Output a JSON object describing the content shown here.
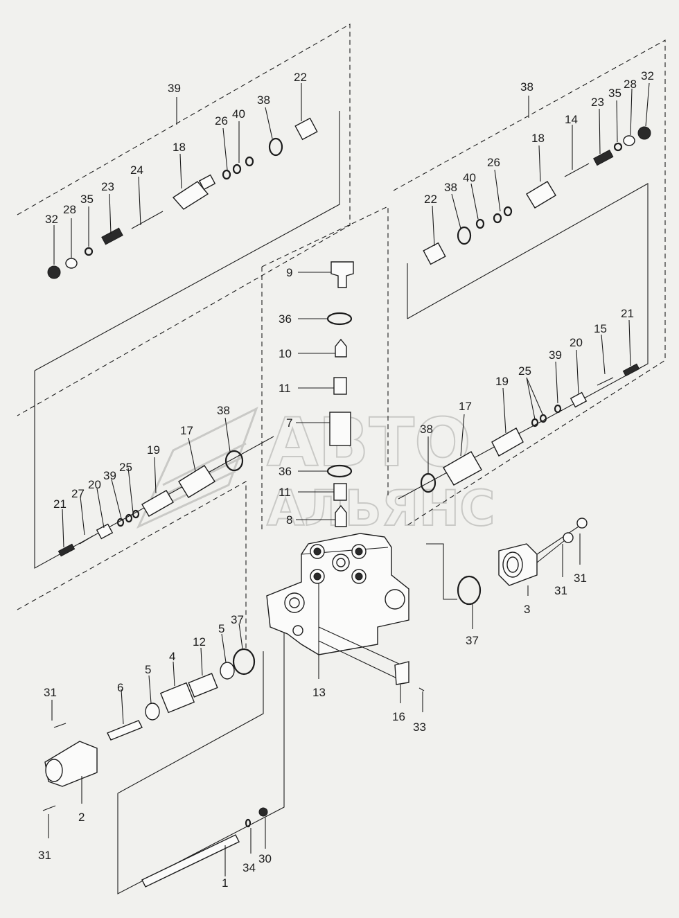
{
  "watermark": {
    "line1": "АВТО",
    "line2": "АЛЬЯНС"
  },
  "callouts": [
    {
      "id": "c39a",
      "text": "39"
    },
    {
      "id": "c22a",
      "text": "22"
    },
    {
      "id": "c38a",
      "text": "38"
    },
    {
      "id": "c26a",
      "text": "26"
    },
    {
      "id": "c40a",
      "text": "40"
    },
    {
      "id": "c18a",
      "text": "18"
    },
    {
      "id": "c24a",
      "text": "24"
    },
    {
      "id": "c23a",
      "text": "23"
    },
    {
      "id": "c35a",
      "text": "35"
    },
    {
      "id": "c28a",
      "text": "28"
    },
    {
      "id": "c32a",
      "text": "32"
    },
    {
      "id": "c38b",
      "text": "38"
    },
    {
      "id": "c32b",
      "text": "32"
    },
    {
      "id": "c28b",
      "text": "28"
    },
    {
      "id": "c35b",
      "text": "35"
    },
    {
      "id": "c23b",
      "text": "23"
    },
    {
      "id": "c14",
      "text": "14"
    },
    {
      "id": "c18b",
      "text": "18"
    },
    {
      "id": "c26b",
      "text": "26"
    },
    {
      "id": "c40b",
      "text": "40"
    },
    {
      "id": "c38c",
      "text": "38"
    },
    {
      "id": "c22b",
      "text": "22"
    },
    {
      "id": "c9",
      "text": "9"
    },
    {
      "id": "c36a",
      "text": "36"
    },
    {
      "id": "c10",
      "text": "10"
    },
    {
      "id": "c11a",
      "text": "11"
    },
    {
      "id": "c7",
      "text": "7"
    },
    {
      "id": "c36b",
      "text": "36"
    },
    {
      "id": "c11b",
      "text": "11"
    },
    {
      "id": "c8",
      "text": "8"
    },
    {
      "id": "c21a",
      "text": "21"
    },
    {
      "id": "c15",
      "text": "15"
    },
    {
      "id": "c20a",
      "text": "20"
    },
    {
      "id": "c39b",
      "text": "39"
    },
    {
      "id": "c25a",
      "text": "25"
    },
    {
      "id": "c19a",
      "text": "19"
    },
    {
      "id": "c17a",
      "text": "17"
    },
    {
      "id": "c38d",
      "text": "38"
    },
    {
      "id": "c38e",
      "text": "38"
    },
    {
      "id": "c17b",
      "text": "17"
    },
    {
      "id": "c19b",
      "text": "19"
    },
    {
      "id": "c25b",
      "text": "25"
    },
    {
      "id": "c39c",
      "text": "39"
    },
    {
      "id": "c20b",
      "text": "20"
    },
    {
      "id": "c27",
      "text": "27"
    },
    {
      "id": "c21b",
      "text": "21"
    },
    {
      "id": "c31a",
      "text": "31"
    },
    {
      "id": "c31b",
      "text": "31"
    },
    {
      "id": "c3",
      "text": "3"
    },
    {
      "id": "c37a",
      "text": "37"
    },
    {
      "id": "c37b",
      "text": "37"
    },
    {
      "id": "c5a",
      "text": "5"
    },
    {
      "id": "c12",
      "text": "12"
    },
    {
      "id": "c4",
      "text": "4"
    },
    {
      "id": "c5b",
      "text": "5"
    },
    {
      "id": "c6",
      "text": "6"
    },
    {
      "id": "c31c",
      "text": "31"
    },
    {
      "id": "c2",
      "text": "2"
    },
    {
      "id": "c31d",
      "text": "31"
    },
    {
      "id": "c13",
      "text": "13"
    },
    {
      "id": "c16",
      "text": "16"
    },
    {
      "id": "c33",
      "text": "33"
    },
    {
      "id": "c34",
      "text": "34"
    },
    {
      "id": "c30",
      "text": "30"
    },
    {
      "id": "c1",
      "text": "1"
    }
  ]
}
